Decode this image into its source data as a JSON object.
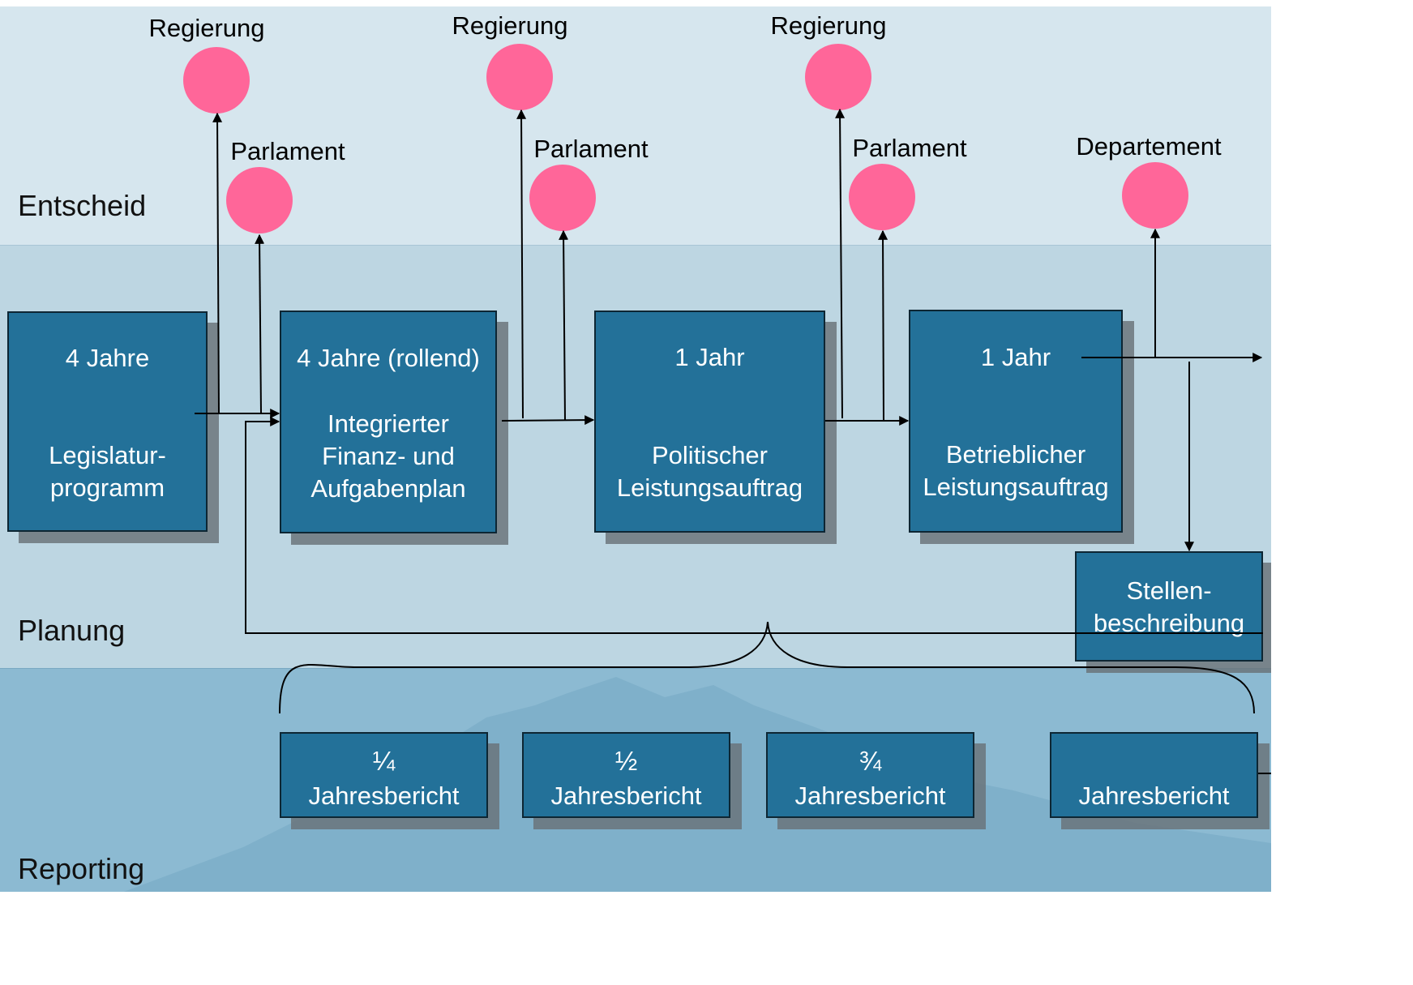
{
  "bands": {
    "entscheid": "Entscheid",
    "planung": "Planung",
    "reporting": "Reporting"
  },
  "actors": {
    "regierung_1": "Regierung",
    "parlament_1": "Parlament",
    "regierung_2": "Regierung",
    "parlament_2": "Parlament",
    "regierung_3": "Regierung",
    "parlament_3": "Parlament",
    "departement": "Departement"
  },
  "plans": {
    "legislatur": {
      "period": "4 Jahre",
      "name": "Legislatur-\nprogramm"
    },
    "finanzplan": {
      "period": "4 Jahre (rollend)",
      "name": "Integrierter\nFinanz- und\nAufgabenplan"
    },
    "politisch": {
      "period": "1 Jahr",
      "name": "Politischer\nLeistungsauftrag"
    },
    "betrieblich": {
      "period": "1 Jahr",
      "name": "Betrieblicher\nLeistungsauftrag"
    },
    "stellen": {
      "name": "Stellen-\nbeschreibung"
    }
  },
  "reports": {
    "q1": {
      "fraction": "¼",
      "name": "Jahresbericht"
    },
    "half": {
      "fraction": "½",
      "name": "Jahresbericht"
    },
    "q3": {
      "fraction": "¾",
      "name": "Jahresbericht"
    },
    "year": {
      "name": "Jahresbericht"
    }
  },
  "colors": {
    "node_fill": "#ff6699",
    "box_fill": "#237199",
    "band_entscheid": "#d6e6ee",
    "band_planung": "#bdd6e2",
    "band_reporting": "#8cbad2"
  }
}
